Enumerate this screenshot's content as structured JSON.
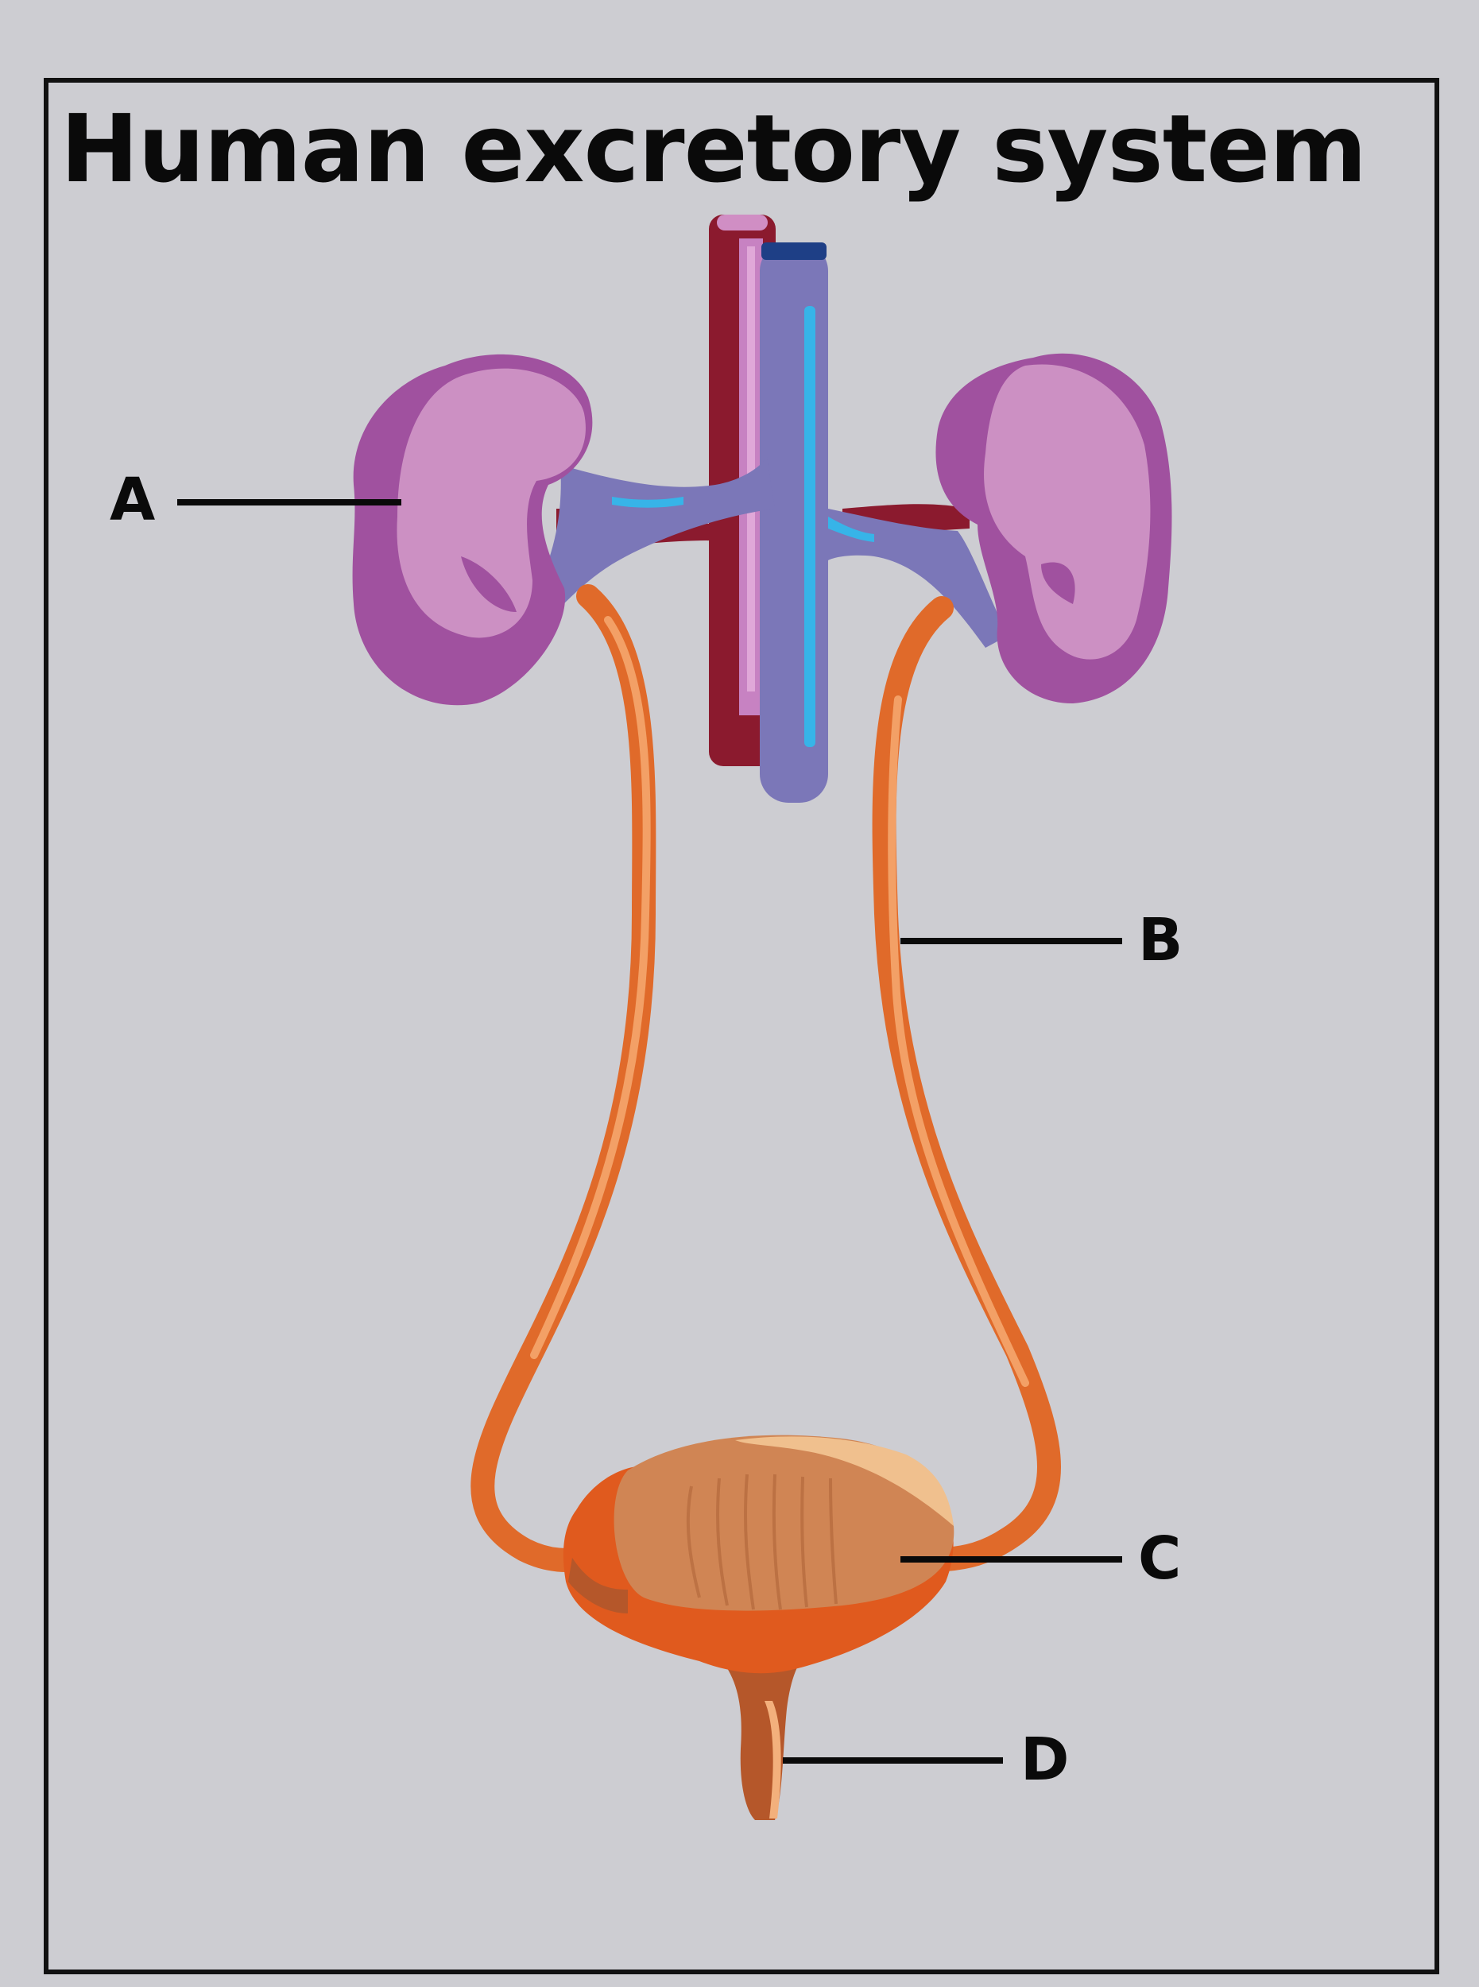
{
  "title": "Human excretory system",
  "labels": {
    "a": "A",
    "b": "B",
    "c": "C",
    "d": "D"
  },
  "colors": {
    "background": "#cdcdd2",
    "kidney": "#a0519f",
    "kidney_light": "#cc90c3",
    "aorta": "#8b1a2e",
    "vena_cava": "#7b77b8",
    "ureter": "#e06a2a",
    "bladder": "#d08554",
    "urethra": "#b5572a"
  }
}
